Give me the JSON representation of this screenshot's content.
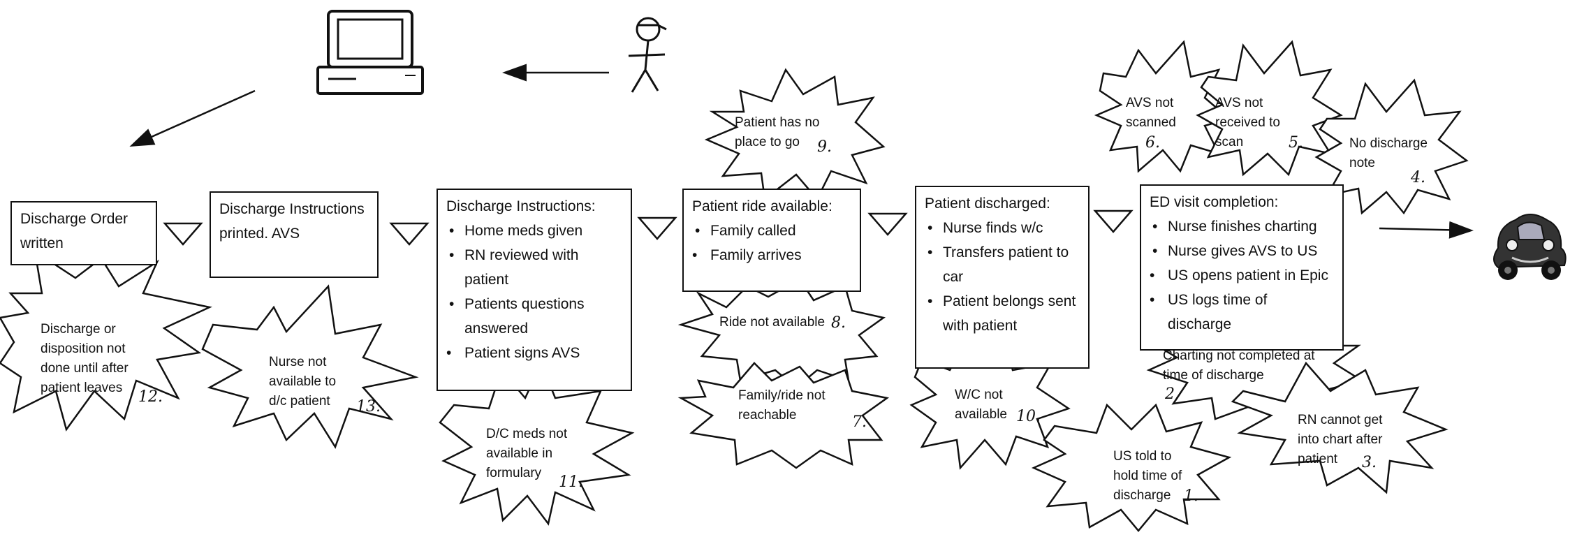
{
  "process_steps": [
    {
      "id": "s1",
      "title": "Discharge Order written",
      "items": []
    },
    {
      "id": "s2",
      "title": "Discharge Instructions printed. AVS",
      "items": []
    },
    {
      "id": "s3",
      "title": "Discharge Instructions:",
      "items": [
        "Home meds given",
        "RN reviewed with patient",
        "Patients questions answered",
        "Patient signs AVS"
      ]
    },
    {
      "id": "s4",
      "title": "Patient ride available:",
      "items": [
        "Family called",
        "Family arrives"
      ]
    },
    {
      "id": "s5",
      "title": "Patient discharged:",
      "items": [
        "Nurse finds w/c",
        "Transfers patient to car",
        "Patient belongs sent with patient"
      ]
    },
    {
      "id": "s6",
      "title": "ED visit completion:",
      "items": [
        "Nurse finishes charting",
        "Nurse gives AVS to US",
        "US opens patient in Epic",
        "US logs time of discharge"
      ]
    }
  ],
  "barriers": [
    {
      "number": "1.",
      "text": "US told to hold time of discharge"
    },
    {
      "number": "2.",
      "text": "Charting not completed at time of discharge"
    },
    {
      "number": "3.",
      "text": "RN cannot get into chart after patient"
    },
    {
      "number": "4.",
      "text": "No discharge note"
    },
    {
      "number": "5.",
      "text": "AVS not received to scan"
    },
    {
      "number": "6.",
      "text": "AVS not scanned"
    },
    {
      "number": "7.",
      "text": "Family/ride not reachable"
    },
    {
      "number": "8.",
      "text": "Ride not available"
    },
    {
      "number": "9.",
      "text": "Patient has no place to go"
    },
    {
      "number": "10.",
      "text": "W/C not available"
    },
    {
      "number": "11.",
      "text": "D/C meds not available in formulary"
    },
    {
      "number": "12.",
      "text": "Discharge or disposition not done until after patient leaves"
    },
    {
      "number": "13.",
      "text": "Nurse not available to d/c patient"
    }
  ],
  "icons": [
    "computer-icon",
    "stick-figure-icon",
    "car-icon",
    "triangle-icon"
  ]
}
